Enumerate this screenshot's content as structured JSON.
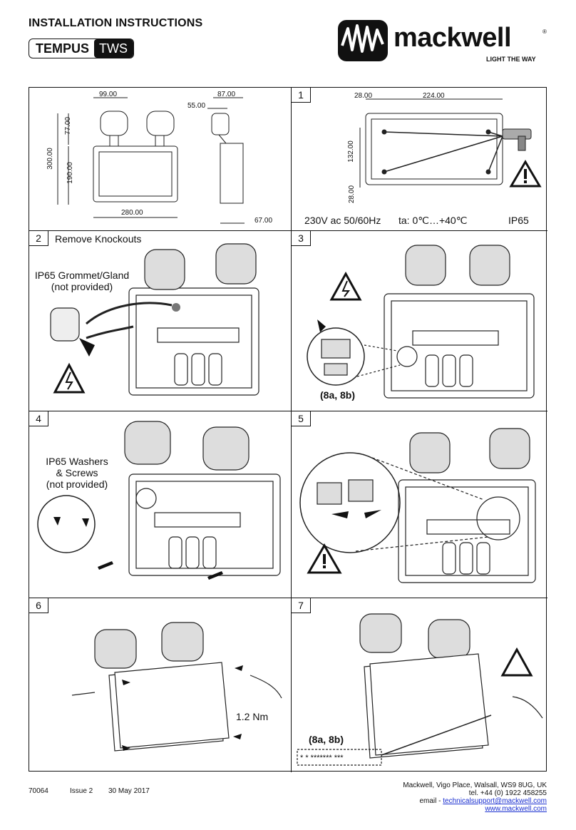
{
  "header": {
    "title": "INSTALLATION INSTRUCTIONS",
    "product_bold": "TEMPUS",
    "product_light": "TWS",
    "brand_name": "mackwell",
    "brand_reg": "®",
    "brand_tagline": "LIGHT THE WAY"
  },
  "panel0": {
    "dims": [
      "99.00",
      "87.00",
      "55.00",
      "77.00",
      "300.00",
      "190.00",
      "280.00",
      "67.00"
    ]
  },
  "panel1": {
    "number": "1",
    "dims": [
      "28.00",
      "224.00",
      "132.00",
      "28.00"
    ],
    "voltage": "230V ac 50/60Hz",
    "temperature": "ta: 0℃…+40℃",
    "ip_rating": "IP65"
  },
  "panel2": {
    "number": "2",
    "heading": "Remove Knockouts",
    "note_line1": "IP65 Grommet/Gland",
    "note_line2": "(not provided)"
  },
  "panel3": {
    "number": "3",
    "ref": "(8a, 8b)"
  },
  "panel4": {
    "number": "4",
    "note_line1": "IP65 Washers",
    "note_line2": "& Screws",
    "note_line3": "(not provided)"
  },
  "panel5": {
    "number": "5"
  },
  "panel6": {
    "number": "6",
    "torque": "1.2 Nm"
  },
  "panel7": {
    "number": "7",
    "ref": "(8a, 8b)",
    "label_text": "* *   *******   ***"
  },
  "footer": {
    "doc_number": "70064",
    "issue": "Issue 2",
    "date": "30 May 2017",
    "address": "Mackwell, Vigo Place, Walsall, WS9 8UG, UK",
    "phone": "tel. +44 (0) 1922 458255",
    "email_prefix": "email - ",
    "email": "technicalsupport@mackwell.com",
    "website": "www.mackwell.com"
  }
}
